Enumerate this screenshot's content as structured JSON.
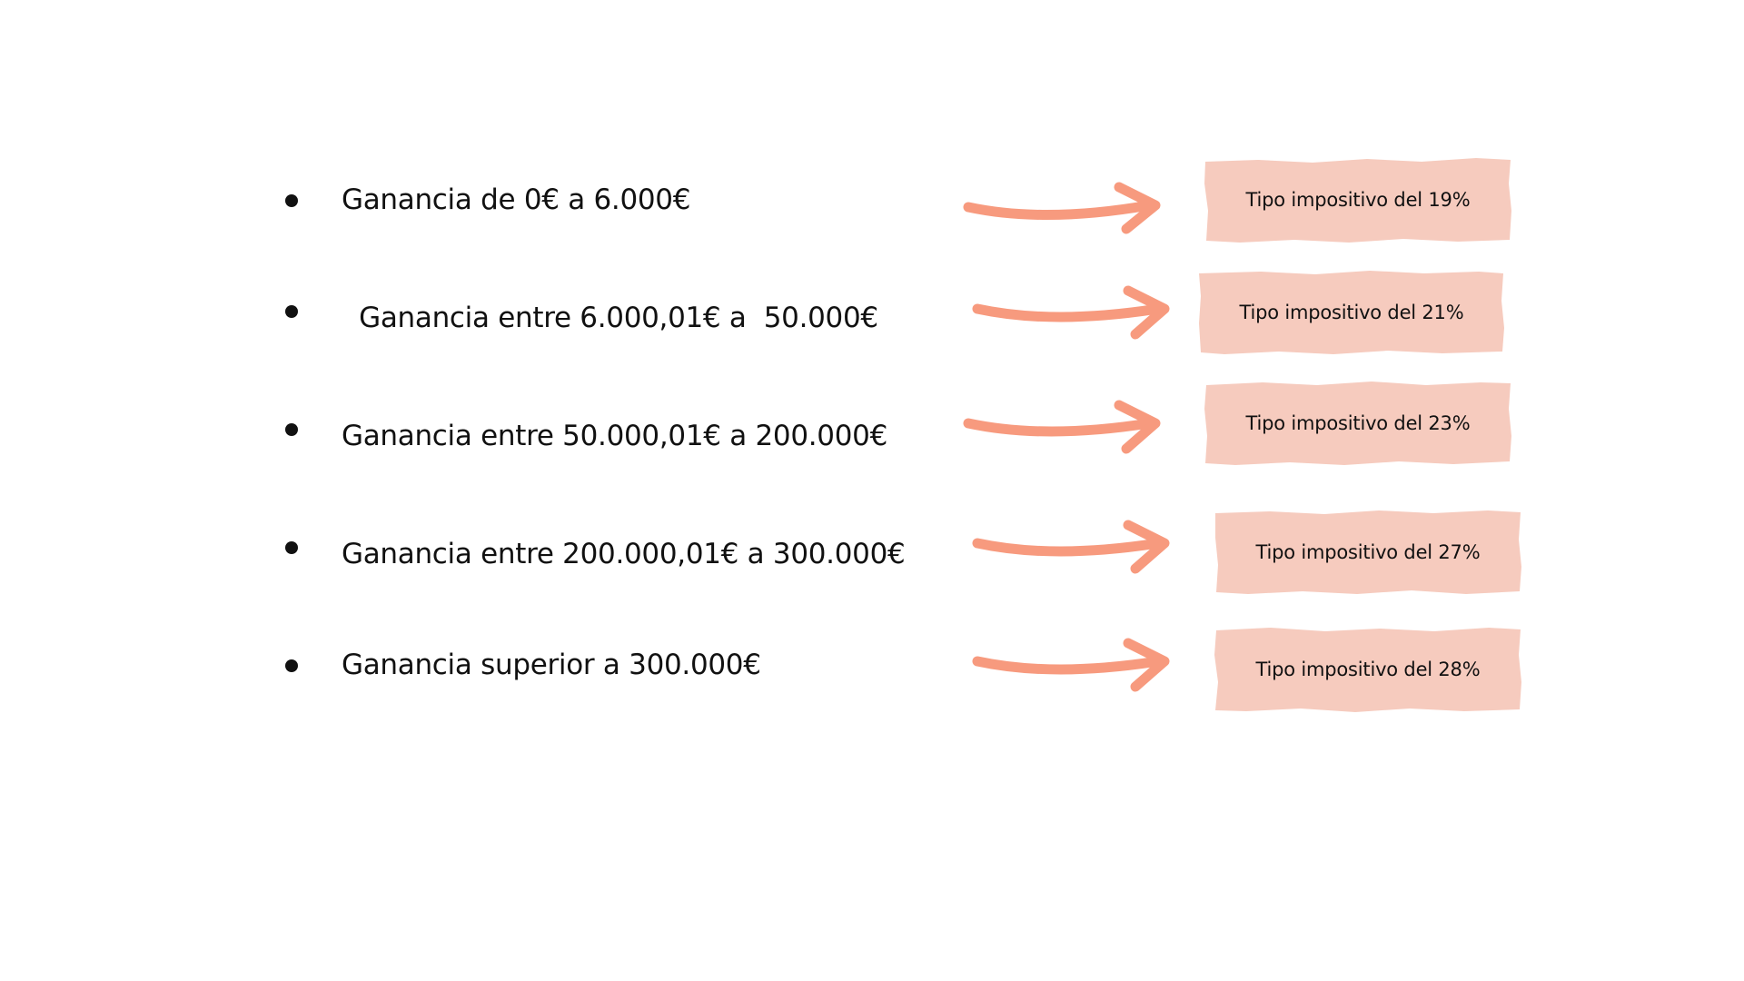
{
  "colors": {
    "background": "#ffffff",
    "text": "#111111",
    "arrow": "#F79A7E",
    "tag_fill": "#F6CBBE"
  },
  "brackets": [
    {
      "range_label": "Ganancia de 0€ a 6.000€",
      "rate_label": "Tipo impositivo del 19%"
    },
    {
      "range_label": "  Ganancia entre 6.000,01€ a  50.000€",
      "rate_label": "Tipo impositivo del 21%"
    },
    {
      "range_label": "Ganancia entre 50.000,01€ a 200.000€",
      "rate_label": "Tipo impositivo del 23%"
    },
    {
      "range_label": "Ganancia entre 200.000,01€ a 300.000€",
      "rate_label": "Tipo impositivo del 27%"
    },
    {
      "range_label": "Ganancia superior a 300.000€",
      "rate_label": "Tipo impositivo del 28%"
    }
  ],
  "icons": {
    "bullet": "bullet-dot-icon",
    "arrow": "right-arrow-icon"
  }
}
